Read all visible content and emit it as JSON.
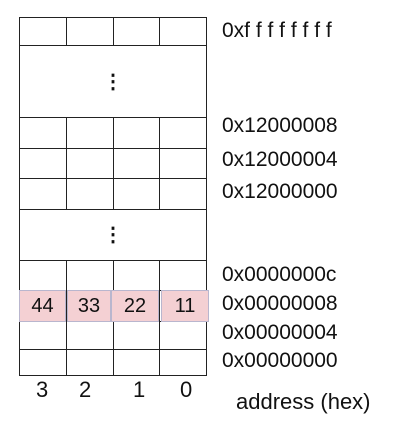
{
  "addresses": {
    "top": "0xf f f f f f f f",
    "a12000008": "0x12000008",
    "a12000004": "0x12000004",
    "a12000000": "0x12000000",
    "a0000000c": "0x0000000c",
    "a00000008": "0x00000008",
    "a00000004": "0x00000004",
    "a00000000": "0x00000000"
  },
  "ellipsis_symbol": "⋮",
  "bytes": [
    "44",
    "33",
    "22",
    "11"
  ],
  "byte_box_color": "#f4d0d3",
  "column_labels": [
    "3",
    "2",
    "1",
    "0"
  ],
  "axis_label": "address (hex)"
}
